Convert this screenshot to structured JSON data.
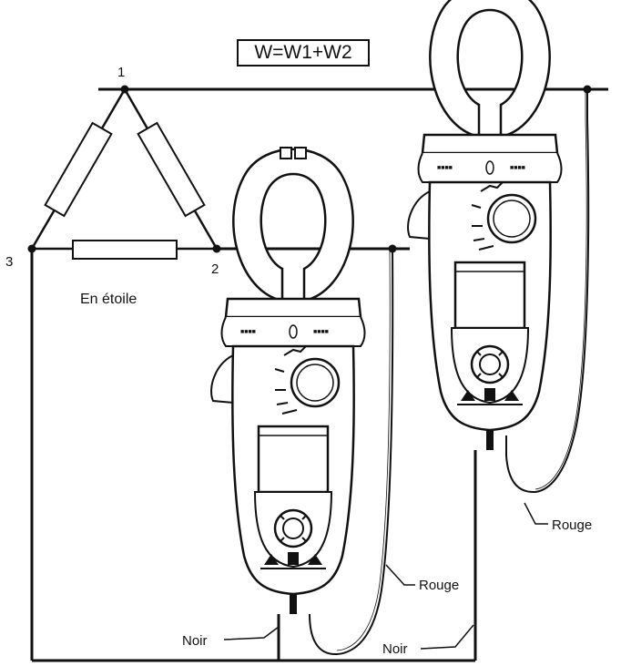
{
  "formula": "W=W1+W2",
  "nodes": {
    "n1": "1",
    "n2": "2",
    "n3": "3"
  },
  "connection_label": "En étoile",
  "leads": {
    "noir_1": "Noir",
    "noir_2": "Noir",
    "rouge_1": "Rouge",
    "rouge_2": "Rouge"
  },
  "colors": {
    "line": "#111111",
    "background": "#ffffff"
  },
  "icons": [
    "clamp-meter-icon",
    "rotary-dial-icon",
    "resistor-icon"
  ]
}
